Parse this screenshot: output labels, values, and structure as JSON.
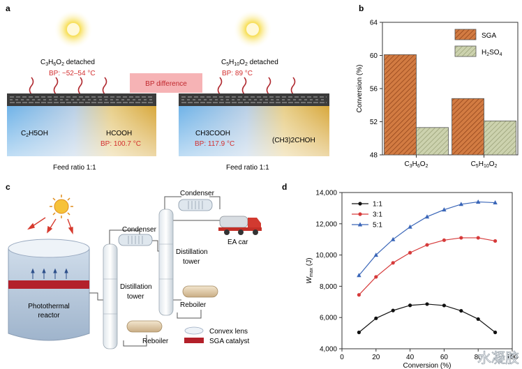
{
  "panel_a": {
    "letter": "a",
    "left": {
      "detached_label": "C3H6O2 detached",
      "detached_base": "C",
      "detached_sub1": "3",
      "detached_mid": "H",
      "detached_sub2": "6",
      "detached_mid2": "O",
      "detached_sub3": "2",
      "detached_tail": " detached",
      "bp_label": "BP: ~52–54 °C",
      "compound_left": "C2H5OH",
      "compound_left_base": "C",
      "compound_left_sub": "2",
      "compound_left_tail": "H5OH",
      "compound_right": "HCOOH",
      "compound_right_bp": "BP: 100.7 °C",
      "feed_ratio": "Feed ratio 1:1"
    },
    "bp_difference": "BP difference",
    "right": {
      "detached_label": "C5H10O2 detached",
      "detached_base": "C",
      "detached_sub1": "5",
      "detached_mid": "H",
      "detached_sub2": "10",
      "detached_mid2": "O",
      "detached_sub3": "2",
      "detached_tail": " detached",
      "bp_label": "BP: 89 °C",
      "compound_left": "CH3COOH",
      "compound_left_bp": "BP: 117.9 °C",
      "compound_right": "(CH3)2CHOH",
      "feed_ratio": "Feed ratio 1:1"
    }
  },
  "panel_c": {
    "letter": "c",
    "reactor_label_1": "Photothermal",
    "reactor_label_2": "reactor",
    "condenser_1": "Condenser",
    "condenser_2": "Condenser",
    "tower_1_line1": "Distillation",
    "tower_1_line2": "tower",
    "tower_2_line1": "Distillation",
    "tower_2_line2": "tower",
    "reboiler_1": "Reboiler",
    "reboiler_2": "Reboiler",
    "ea_car": "EA car",
    "legend_lens": "Convex lens",
    "legend_catalyst": "SGA catalyst",
    "colors": {
      "catalyst": "#b3202a",
      "reactor_top": "#e3ecf5"
    }
  },
  "panel_b": {
    "letter": "b",
    "chart_data": {
      "type": "bar",
      "categories": [
        "C3H6O2",
        "C5H10O2"
      ],
      "series": [
        {
          "name": "SGA",
          "values": [
            60.1,
            54.8
          ],
          "color": "#c8703a"
        },
        {
          "name": "H2SO4",
          "values": [
            51.3,
            52.1
          ],
          "color": "#c6ccaa"
        }
      ],
      "ylabel": "Conversion (%)",
      "ylim": [
        48,
        64
      ],
      "yticks": [
        48,
        52,
        56,
        60,
        64
      ],
      "legend_position": "top-right"
    }
  },
  "panel_d": {
    "letter": "d",
    "chart_data": {
      "type": "line",
      "x": [
        10,
        20,
        30,
        40,
        50,
        60,
        70,
        80,
        90
      ],
      "series": [
        {
          "name": "1:1",
          "values": [
            5050,
            5950,
            6450,
            6780,
            6860,
            6770,
            6430,
            5900,
            5050
          ],
          "color": "#111111",
          "marker": "circle"
        },
        {
          "name": "3:1",
          "values": [
            7450,
            8600,
            9500,
            10150,
            10650,
            10950,
            11100,
            11100,
            10900
          ],
          "color": "#d63a3a",
          "marker": "circle"
        },
        {
          "name": "5:1",
          "values": [
            8700,
            10000,
            11000,
            11800,
            12450,
            12900,
            13250,
            13400,
            13350
          ],
          "color": "#3a66b8",
          "marker": "triangle"
        }
      ],
      "xlabel": "Conversion (%)",
      "ylabel": "Wmax (J)",
      "ylabel_main": "W",
      "ylabel_sub": "max",
      "ylabel_unit": " (J)",
      "xlim": [
        0,
        100
      ],
      "ylim": [
        4000,
        14000
      ],
      "xticks": [
        0,
        20,
        40,
        60,
        80,
        100
      ],
      "yticks": [
        4000,
        6000,
        8000,
        10000,
        12000,
        14000
      ],
      "ytick_labels": [
        "4,000",
        "6,000",
        "8,000",
        "10,000",
        "12,000",
        "14,000"
      ],
      "legend_position": "top-left"
    }
  },
  "watermark": "水凝胶"
}
